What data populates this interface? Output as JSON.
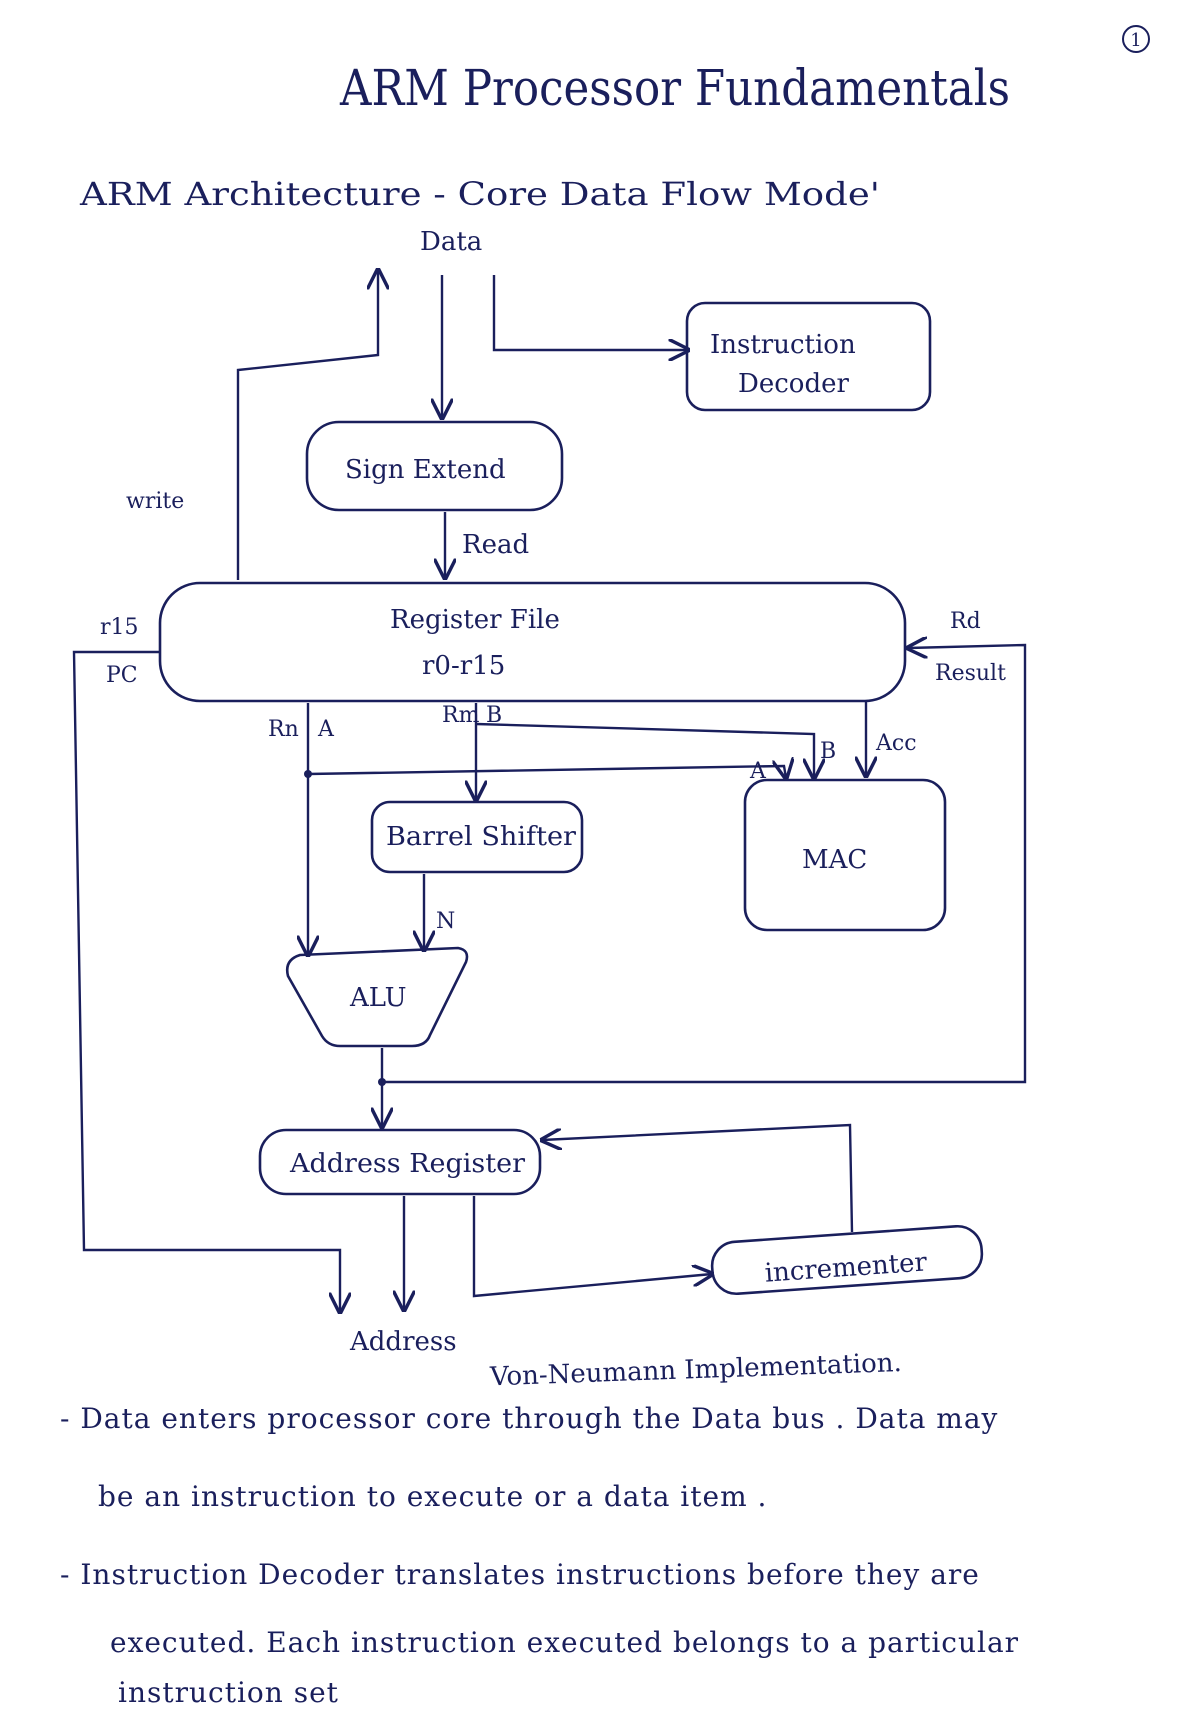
{
  "page_number": "1",
  "title": "ARM Processor Fundamentals",
  "subtitle": "ARM Architecture - Core Data Flow Mode'",
  "diagram": {
    "data_bus": "Data",
    "instruction_decoder_line1": "Instruction",
    "instruction_decoder_line2": "Decoder",
    "sign_extend": "Sign Extend",
    "write": "write",
    "read": "Read",
    "register_file_line1": "Register File",
    "register_file_line2": "r0-r15",
    "r15": "r15",
    "pc": "PC",
    "rd": "Rd",
    "result": "Result",
    "rn": "Rn",
    "a": "A",
    "rm": "Rm",
    "b": "B",
    "acc": "Acc",
    "mac_a": "A",
    "mac_b": "B",
    "barrel_shifter": "Barrel Shifter",
    "mac": "MAC",
    "n": "N",
    "alu": "ALU",
    "address_register": "Address Register",
    "incrementer": "incrementer",
    "address": "Address",
    "caption": "Von-Neumann Implementation."
  },
  "notes": {
    "line1": "- Data enters processor core through the Data bus . Data may",
    "line2": "be an instruction to execute or a data item .",
    "line3": "- Instruction Decoder translates instructions before they are",
    "line4": "executed. Each instruction executed belongs to a particular",
    "line5": "instruction set"
  }
}
